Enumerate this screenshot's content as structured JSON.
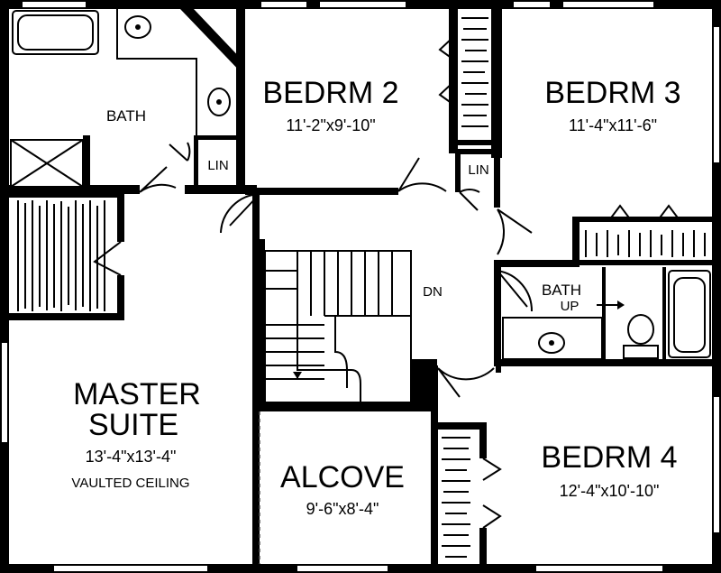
{
  "rooms": {
    "bath_master": {
      "name": "BATH"
    },
    "lin_1": {
      "name": "LIN"
    },
    "lin_2": {
      "name": "LIN"
    },
    "bedrm2": {
      "name": "BEDRM 2",
      "dims": "11'-2\"x9'-10\""
    },
    "bedrm3": {
      "name": "BEDRM 3",
      "dims": "11'-4\"x11'-6\""
    },
    "bath_hall": {
      "name": "BATH"
    },
    "bedrm4": {
      "name": "BEDRM 4",
      "dims": "12'-4\"x10'-10\""
    },
    "master": {
      "name_line1": "MASTER",
      "name_line2": "SUITE",
      "dims": "13'-4\"x13'-4\"",
      "note": "VAULTED CEILING"
    },
    "alcove": {
      "name": "ALCOVE",
      "dims": "9'-6\"x8'-4\""
    }
  },
  "stairs": {
    "down_label": "DN",
    "up_label": "UP"
  }
}
